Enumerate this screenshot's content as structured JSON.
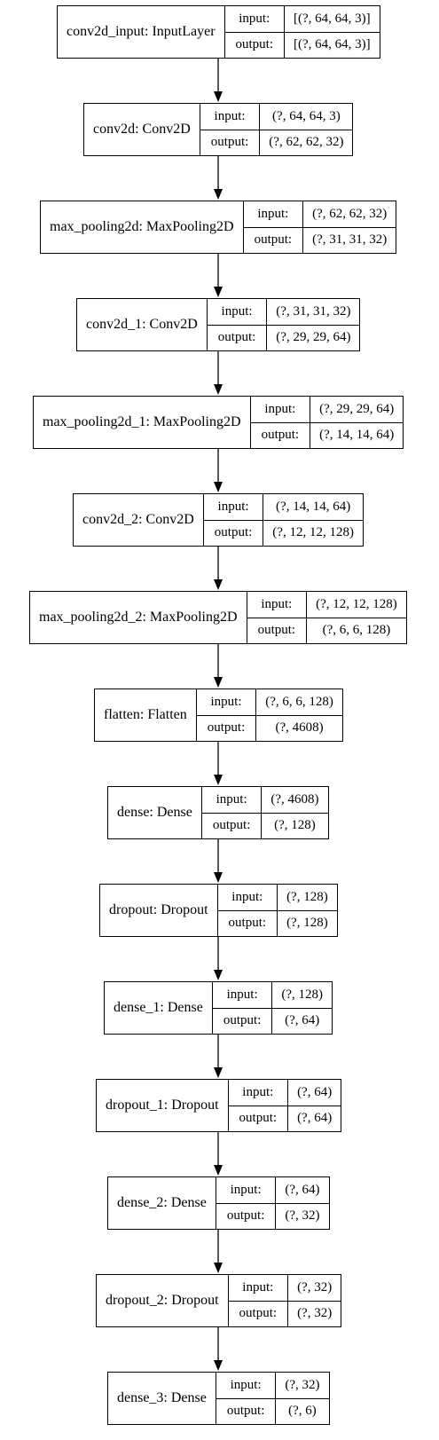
{
  "layers": [
    {
      "name": "conv2d_input: InputLayer",
      "input": "[(?, 64, 64, 3)]",
      "output": "[(?, 64, 64, 3)]"
    },
    {
      "name": "conv2d: Conv2D",
      "input": "(?, 64, 64, 3)",
      "output": "(?, 62, 62, 32)"
    },
    {
      "name": "max_pooling2d: MaxPooling2D",
      "input": "(?, 62, 62, 32)",
      "output": "(?, 31, 31, 32)"
    },
    {
      "name": "conv2d_1: Conv2D",
      "input": "(?, 31, 31, 32)",
      "output": "(?, 29, 29, 64)"
    },
    {
      "name": "max_pooling2d_1: MaxPooling2D",
      "input": "(?, 29, 29, 64)",
      "output": "(?, 14, 14, 64)"
    },
    {
      "name": "conv2d_2: Conv2D",
      "input": "(?, 14, 14, 64)",
      "output": "(?, 12, 12, 128)"
    },
    {
      "name": "max_pooling2d_2: MaxPooling2D",
      "input": "(?, 12, 12, 128)",
      "output": "(?, 6, 6, 128)"
    },
    {
      "name": "flatten: Flatten",
      "input": "(?, 6, 6, 128)",
      "output": "(?, 4608)"
    },
    {
      "name": "dense: Dense",
      "input": "(?, 4608)",
      "output": "(?, 128)"
    },
    {
      "name": "dropout: Dropout",
      "input": "(?, 128)",
      "output": "(?, 128)"
    },
    {
      "name": "dense_1: Dense",
      "input": "(?, 128)",
      "output": "(?, 64)"
    },
    {
      "name": "dropout_1: Dropout",
      "input": "(?, 64)",
      "output": "(?, 64)"
    },
    {
      "name": "dense_2: Dense",
      "input": "(?, 64)",
      "output": "(?, 32)"
    },
    {
      "name": "dropout_2: Dropout",
      "input": "(?, 32)",
      "output": "(?, 32)"
    },
    {
      "name": "dense_3: Dense",
      "input": "(?, 32)",
      "output": "(?, 6)"
    }
  ],
  "labels": {
    "input": "input:",
    "output": "output:"
  }
}
